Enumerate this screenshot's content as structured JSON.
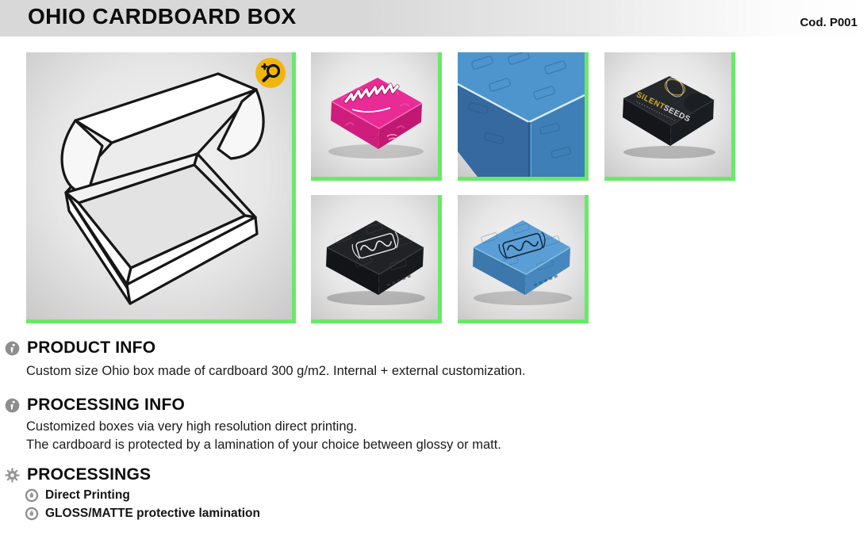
{
  "header": {
    "title": "OHIO CARDBOARD BOX",
    "code": "Cod. P001"
  },
  "gallery": {
    "zoom_button_icon": "zoom-plus-icon",
    "accent_green": "#68e968",
    "zoom_yellow": "#f1b60d",
    "logos": {
      "silent_seeds_word1": "SILENT",
      "silent_seeds_word2": "SEEDS"
    }
  },
  "sections": {
    "product_info": {
      "icon": "info-icon",
      "title": "PRODUCT INFO",
      "body": "Custom size Ohio box made of cardboard 300 g/m2. Internal + external customization."
    },
    "processing_info": {
      "icon": "info-icon",
      "title": "PROCESSING INFO",
      "lines": [
        "Customized boxes via very high resolution direct printing.",
        "The cardboard is protected by a lamination of your choice between glossy or matt."
      ]
    },
    "processings": {
      "icon": "gear-icon",
      "bullet_icon": "ink-drop-icon",
      "title": "PROCESSINGS",
      "items": [
        "Direct Printing",
        "GLOSS/MATTE protective lamination"
      ]
    }
  }
}
